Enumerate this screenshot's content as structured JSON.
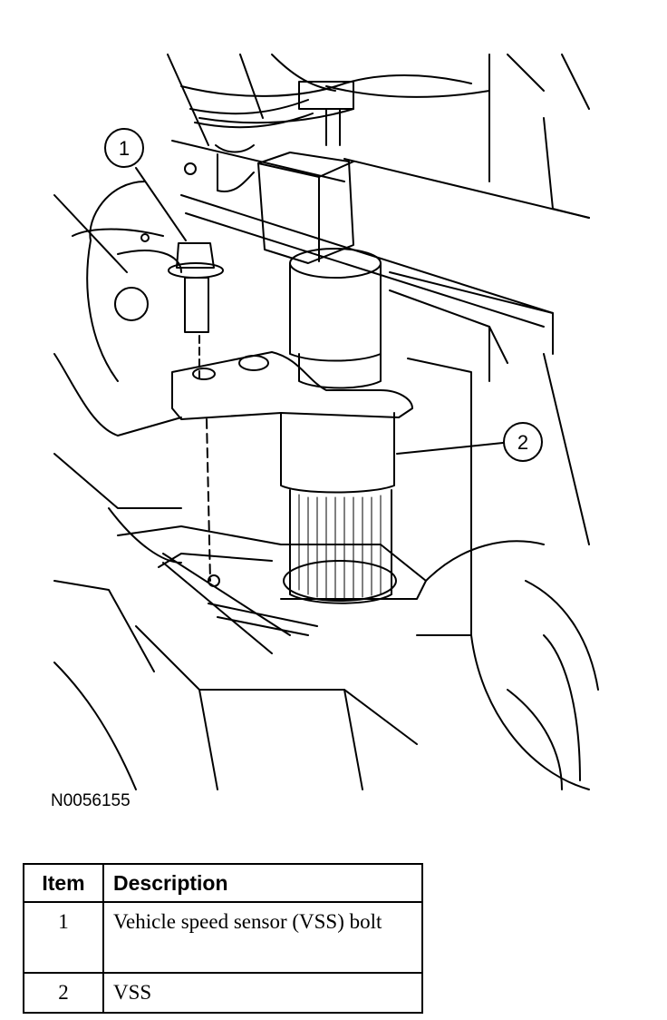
{
  "figure": {
    "id_label": "N0056155",
    "callouts": [
      {
        "number": "1"
      },
      {
        "number": "2"
      }
    ]
  },
  "legend": {
    "headers": {
      "item": "Item",
      "description": "Description"
    },
    "rows": [
      {
        "item": "1",
        "description": "Vehicle speed sensor (VSS) bolt"
      },
      {
        "item": "2",
        "description": "VSS"
      }
    ]
  }
}
